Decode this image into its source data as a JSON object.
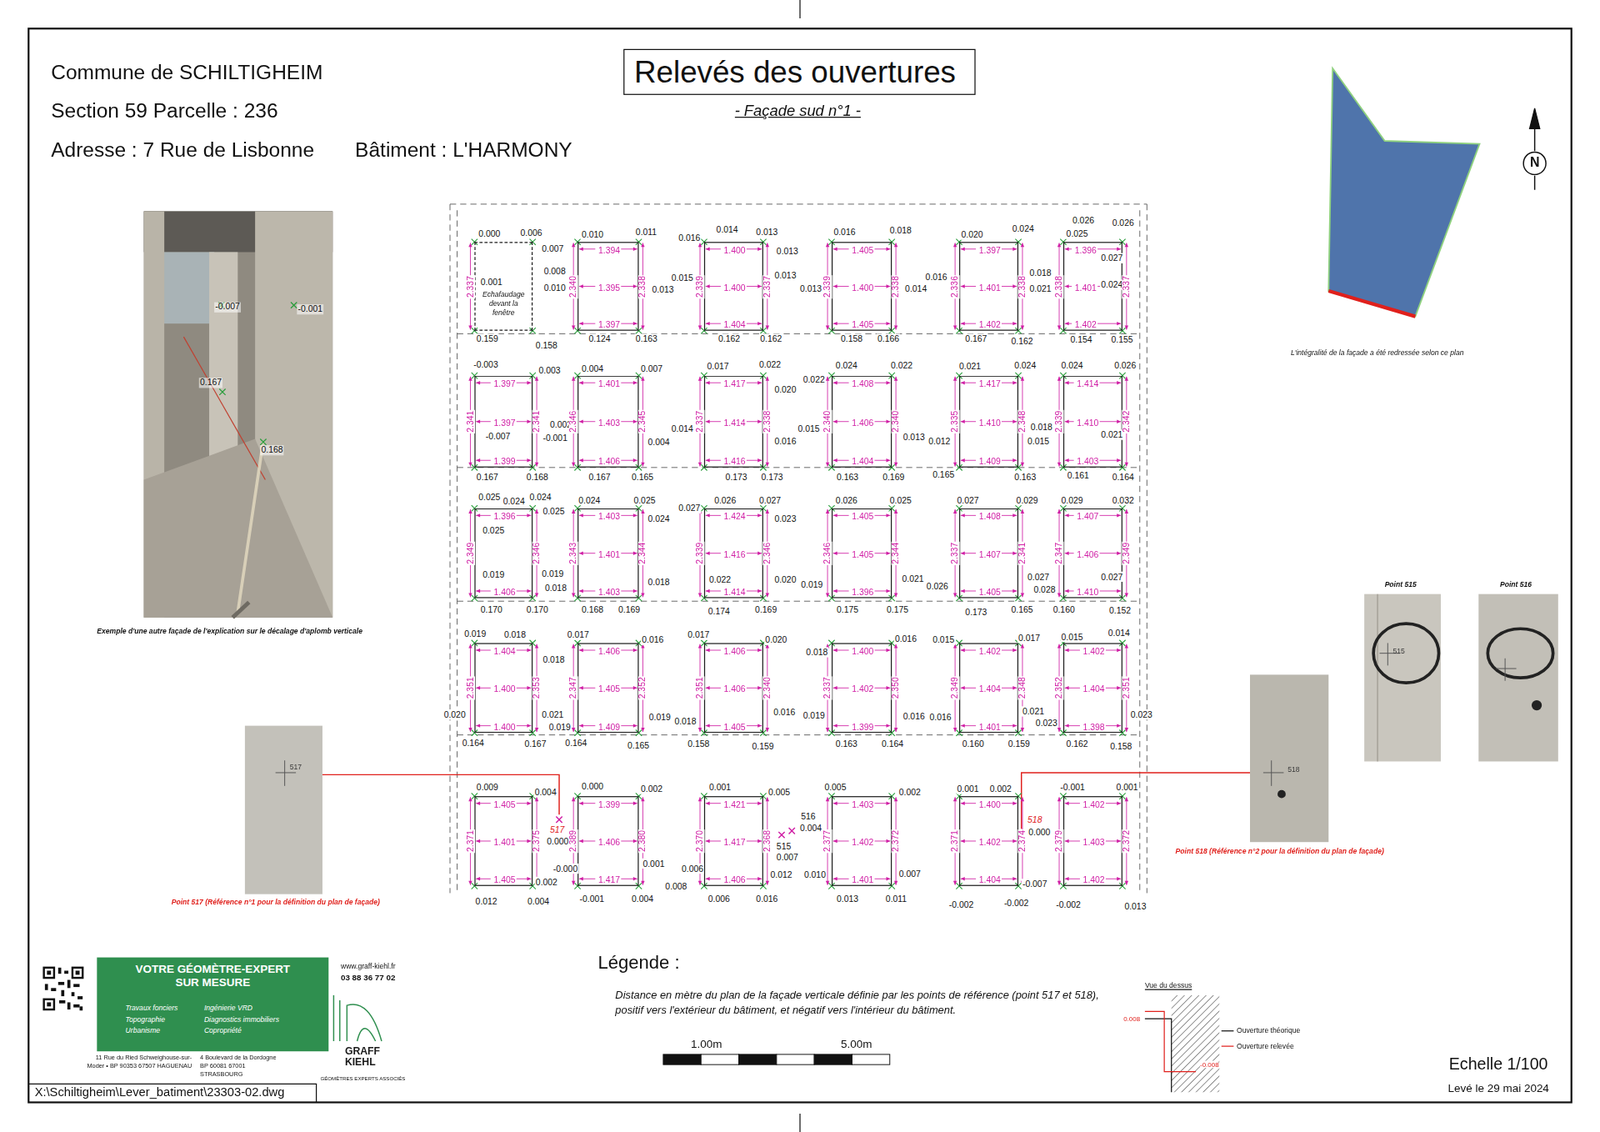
{
  "diagram": {
    "title": "Relevés des ouvertures",
    "nodes": [
      {
        "text": [
          "Echafaudage devant la fenêtre"
        ]
      },
      {
        "text": [
          "1.394",
          "1.395",
          "1.397"
        ]
      },
      {
        "text": [
          "1.400",
          "1.400",
          "1.404"
        ]
      },
      {
        "text": [
          "1.405",
          "1.400",
          "1.405"
        ]
      },
      {
        "text": [
          "1.397",
          "1.401",
          "1.402"
        ]
      },
      {
        "text": [
          "1.396",
          "1.401",
          "1.402"
        ]
      },
      {
        "text": [
          "1.397",
          "1.397",
          "1.399"
        ]
      },
      {
        "text": [
          "1.401",
          "1.403",
          "1.406"
        ]
      },
      {
        "text": [
          "1.417",
          "1.414",
          "1.416"
        ]
      },
      {
        "text": [
          "1.408",
          "1.406",
          "1.404"
        ]
      },
      {
        "text": [
          "1.417",
          "1.410",
          "1.409"
        ]
      },
      {
        "text": [
          "1.414",
          "1.410",
          "1.403"
        ]
      },
      {
        "text": [
          "1.396",
          "1.406"
        ]
      },
      {
        "text": [
          "1.403",
          "1.401",
          "1.403"
        ]
      },
      {
        "text": [
          "1.424",
          "1.416",
          "1.414"
        ]
      },
      {
        "text": [
          "1.405",
          "1.405",
          "1.396"
        ]
      },
      {
        "text": [
          "1.408",
          "1.407",
          "1.405"
        ]
      },
      {
        "text": [
          "1.407",
          "1.406",
          "1.410"
        ]
      },
      {
        "text": [
          "1.404",
          "1.400",
          "1.400"
        ]
      },
      {
        "text": [
          "1.406",
          "1.405",
          "1.409"
        ]
      },
      {
        "text": [
          "1.406",
          "1.406",
          "1.405"
        ]
      },
      {
        "text": [
          "1.400",
          "1.402",
          "1.399"
        ]
      },
      {
        "text": [
          "1.402",
          "1.404",
          "1.401"
        ]
      },
      {
        "text": [
          "1.402",
          "1.404",
          "1.398"
        ]
      },
      {
        "text": [
          "1.405",
          "1.401",
          "1.405"
        ]
      },
      {
        "text": [
          "1.399",
          "1.406",
          "1.417"
        ]
      },
      {
        "text": [
          "1.421",
          "1.417",
          "1.406"
        ]
      },
      {
        "text": [
          "1.403",
          "1.402",
          "1.401"
        ]
      },
      {
        "text": [
          "1.400",
          "1.402",
          "1.404"
        ]
      },
      {
        "text": [
          "1.402",
          "1.403",
          "1.402"
        ]
      },
      {
        "text": [
          "VOTRE GÉOMÈTRE-EXPERT SUR MESURE",
          "Travaux fonciers",
          "Topographie",
          "Urbanisme",
          "Ingénierie VRD",
          "Diagnostics immobiliers",
          "Copropriété"
        ]
      }
    ],
    "labels": [
      "0.000",
      "0.006",
      "0.007",
      "2.337",
      "0.001",
      "0.008",
      "0.010",
      "0.159",
      "0.158",
      "0.010",
      "0.011",
      "2.340",
      "2.338",
      "0.013",
      "0.124",
      "0.163",
      "0.016",
      "0.014",
      "0.013",
      "0.015",
      "2.339",
      "2.337",
      "0.013",
      "0.013",
      "0.162",
      "0.162",
      "0.016",
      "0.018",
      "0.013",
      "2.339",
      "2.338",
      "0.014",
      "0.158",
      "0.166",
      "0.020",
      "0.024",
      "0.016",
      "2.336",
      "2.338",
      "0.018",
      "0.021",
      "0.167",
      "0.162",
      "0.026",
      "0.026",
      "0.025",
      "2.338",
      "0.027",
      "0.024",
      "2.337",
      "0.154",
      "0.155",
      "-0.003",
      "0.003",
      "2.341",
      "-0.007",
      "2.341",
      "0.002",
      "-0.001",
      "0.167",
      "0.168",
      "0.004",
      "0.007",
      "2.346",
      "2.345",
      "0.004",
      "0.167",
      "0.165",
      "0.017",
      "0.022",
      "0.020",
      "0.014",
      "2.337",
      "2.338",
      "0.016",
      "0.173",
      "0.173",
      "0.024",
      "0.022",
      "0.022",
      "0.015",
      "2.340",
      "2.340",
      "0.013",
      "0.163",
      "0.169",
      "0.021",
      "0.024",
      "0.012",
      "2.335",
      "2.348",
      "0.018",
      "0.015",
      "0.165",
      "0.163",
      "0.024",
      "0.026",
      "2.339",
      "0.021",
      "2.342",
      "0.161",
      "0.164",
      "0.025",
      "0.024",
      "0.024",
      "0.025",
      "0.025",
      "2.349",
      "2.346",
      "0.019",
      "0.019",
      "0.018",
      "0.170",
      "0.170",
      "0.024",
      "0.025",
      "0.024",
      "2.343",
      "2.344",
      "0.018",
      "0.168",
      "0.169",
      "0.027",
      "0.026",
      "0.027",
      "0.023",
      "2.339",
      "0.022",
      "2.346",
      "0.020",
      "0.174",
      "0.169",
      "0.026",
      "0.025",
      "2.346",
      "2.344",
      "0.019",
      "0.021",
      "0.175",
      "0.175",
      "0.027",
      "0.029",
      "2.337",
      "2.341",
      "0.026",
      "0.027",
      "0.028",
      "0.173",
      "0.165",
      "0.029",
      "0.032",
      "2.347",
      "0.027",
      "2.349",
      "0.160",
      "0.152",
      "0.019",
      "0.018",
      "0.018",
      "2.351",
      "2.353",
      "0.020",
      "0.021",
      "0.019",
      "0.164",
      "0.167",
      "0.017",
      "0.016",
      "2.347",
      "2.352",
      "0.019",
      "0.164",
      "0.165",
      "0.017",
      "0.020",
      "2.351",
      "2.340",
      "0.016",
      "0.018",
      "0.158",
      "0.159",
      "0.018",
      "0.016",
      "2.337",
      "2.350",
      "0.019",
      "0.016",
      "0.163",
      "0.164",
      "0.015",
      "0.017",
      "2.349",
      "2.348",
      "0.016",
      "0.021",
      "0.023",
      "0.160",
      "0.159",
      "0.015",
      "0.014",
      "2.352",
      "2.351",
      "0.023",
      "0.162",
      "0.158",
      "0.009",
      "0.004",
      "2.371",
      "2.375",
      "517",
      "0.000",
      "-0.000",
      "0.002",
      "0.012",
      "0.004",
      "0.000",
      "0.002",
      "2.389",
      "2.380",
      "0.001",
      "-0.001",
      "0.004",
      "0.001",
      "0.005",
      "2.370",
      "2.368",
      "516",
      "0.004",
      "515",
      "0.007",
      "0.006",
      "0.008",
      "0.012",
      "0.006",
      "0.016",
      "0.005",
      "0.002",
      "2.377",
      "2.372",
      "0.010",
      "0.007",
      "0.013",
      "0.011",
      "0.001",
      "0.002",
      "2.371",
      "2.374",
      "518",
      "0.000",
      "-0.007",
      "-0.002",
      "-0.002",
      "-0.001",
      "0.001",
      "2.379",
      "2.372",
      "-0.002",
      "0.013",
      "-0.007",
      "-0.001",
      "0.167",
      "0.168",
      "Exemple d'une autre façade de l'explication sur le décalage d'aplomb verticale",
      "517",
      "Point 517 (Référence n°1 pour la définition du plan de façade)",
      "518",
      "Point 518 (Référence n°2 pour la définition du plan de façade)",
      "Point 515",
      "515",
      "Point 516",
      "Commune de SCHILTIGHEIM",
      "Section 59 Parcelle : 236",
      "Adresse : 7 Rue de Lisbonne",
      "Bâtiment : L'HARMONY",
      "- Façade sud n°1 -",
      "L'intégralité de la façade a été redressée selon ce plan",
      "N",
      "Légende :",
      "Distance en mètre du plan de la façade verticale définie par les points de référence (point 517 et 518), positif vers l'extérieur du bâtiment, et négatif vers l'intérieur du bâtiment.",
      "Vue du dessus",
      "0.008",
      "-0.008",
      "1.00m",
      "5.00m",
      "Echelle 1/100",
      "Levé le 29 mai 2024",
      "X:\\Schiltigheim\\Lever_batiment\\23303-02.dwg",
      "www.graff-kiehl.fr",
      "03 88 36 77 02",
      "11 Rue du Ried Schweighouse-sur-Moder • BP 90353 67507 HAGUENAU",
      "4 Boulevard de la Dordogne BP 60081 67001 STRASBOURG",
      "GRAFF KIEHL",
      "GÉOMÈTRES EXPERTS ASSOCIÉS"
    ],
    "legend": [
      {
        "text": "Ouverture théorique"
      },
      {
        "text": "Ouverture relevée"
      }
    ]
  }
}
